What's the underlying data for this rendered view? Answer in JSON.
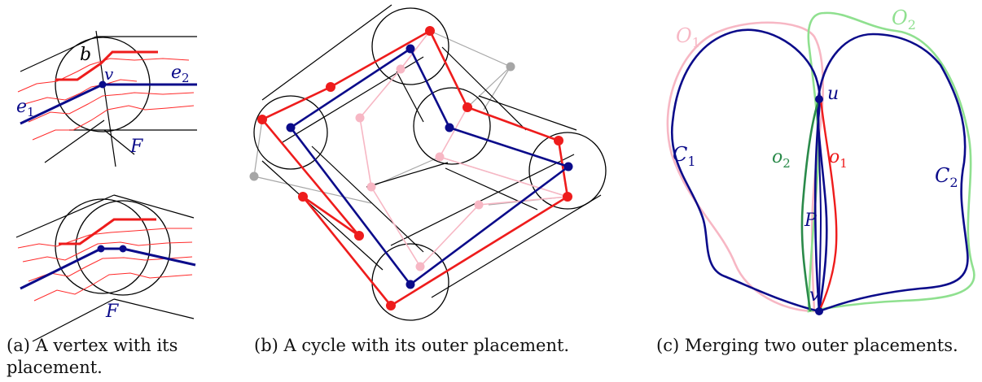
{
  "colors": {
    "navy": "#0b0b8a",
    "red": "#ee1c1c",
    "thin_red": "#ff2a2a",
    "pink": "#f7b7c4",
    "green": "#8fe08f",
    "dark_green": "#2a8a4a",
    "gray": "#a6a6a6",
    "black": "#000000"
  },
  "panel_a": {
    "label_b": "b",
    "label_v": "v",
    "label_e1": "e",
    "label_e1_sub": "1",
    "label_e2": "e",
    "label_e2_sub": "2",
    "label_F_top": "F",
    "label_F_bottom": "F"
  },
  "panel_c": {
    "label_O1": "O",
    "label_O1_sub": "1",
    "label_O2": "O",
    "label_O2_sub": "2",
    "label_u": "u",
    "label_C1": "C",
    "label_C1_sub": "1",
    "label_o2": "o",
    "label_o2_sub": "2",
    "label_o1": "o",
    "label_o1_sub": "1",
    "label_C2": "C",
    "label_C2_sub": "2",
    "label_P": "P",
    "label_v": "v"
  },
  "captions": {
    "a_line1": "(a) A vertex with its",
    "a_line2": "placement.",
    "b": "(b) A cycle with its outer placement.",
    "c": "(c) Merging two outer placements."
  }
}
